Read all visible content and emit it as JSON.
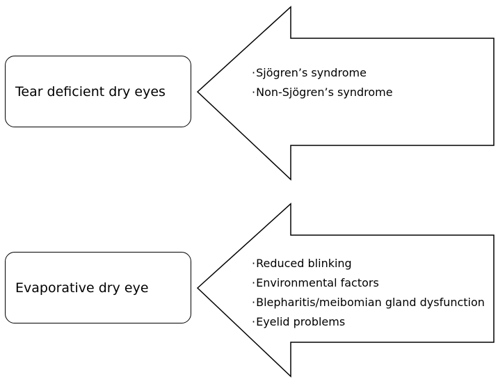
{
  "groups": [
    {
      "category": "Tear deficient dry eyes",
      "causes": [
        "Sjögren’s syndrome",
        "Non-Sjögren’s syndrome"
      ]
    },
    {
      "category": "Evaporative dry eye",
      "causes": [
        "Reduced blinking",
        "Environmental factors",
        "Blepharitis/meibomian gland dysfunction",
        "Eyelid problems"
      ]
    }
  ],
  "colors": {
    "stroke": "#000000",
    "background": "#ffffff"
  }
}
